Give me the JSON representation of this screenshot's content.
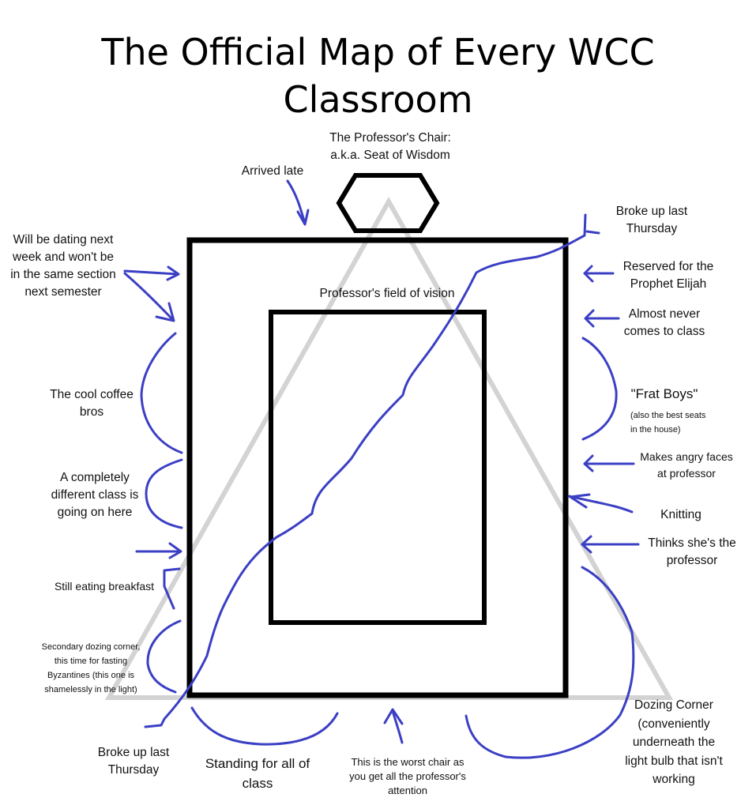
{
  "title_line1": "The Official Map of Every WCC",
  "title_line2": "Classroom",
  "labels": {
    "chair_line1": "The Professor's Chair:",
    "chair_line2": "a.k.a. Seat of Wisdom",
    "arrived_late": "Arrived late",
    "field_of_vision": "Professor's field of vision",
    "dating_line1": "Will be dating next",
    "dating_line2": "week and won't be",
    "dating_line3": "in the same section",
    "dating_line4": "next semester",
    "coffee_line1": "The cool coffee",
    "coffee_line2": "bros",
    "different_line1": "A completely",
    "different_line2": "different class is",
    "different_line3": "going on here",
    "breakfast": "Still eating breakfast",
    "secondary_line1": "Secondary dozing corner,",
    "secondary_line2": "this time for fasting",
    "secondary_line3": "Byzantines (this one is",
    "secondary_line4": "shamelessly in the light)",
    "broke_bottom_line1": "Broke up last",
    "broke_bottom_line2": "Thursday",
    "standing_line1": "Standing for all of",
    "standing_line2": "class",
    "worst_line1": "This is the worst chair as",
    "worst_line2": "you get all the professor's",
    "worst_line3": "attention",
    "broke_top_line1": "Broke up last",
    "broke_top_line2": "Thursday",
    "elijah_line1": "Reserved for the",
    "elijah_line2": "Prophet Elijah",
    "never_line1": "Almost never",
    "never_line2": "comes to class",
    "frat": "\"Frat Boys\"",
    "frat_note_line1": "(also the best seats",
    "frat_note_line2": "in the house)",
    "angry_line1": "Makes angry faces",
    "angry_line2": "at professor",
    "knitting": "Knitting",
    "thinks_line1": "Thinks she's the",
    "thinks_line2": "professor",
    "dozing_line1": "Dozing Corner",
    "dozing_line2": "(conveniently",
    "dozing_line3": "underneath the",
    "dozing_line4": "light bulb that isn't",
    "dozing_line5": "working"
  },
  "colors": {
    "ink": "#000000",
    "pen": "#3b3fc4",
    "vision_triangle": "#d3d3d3"
  }
}
